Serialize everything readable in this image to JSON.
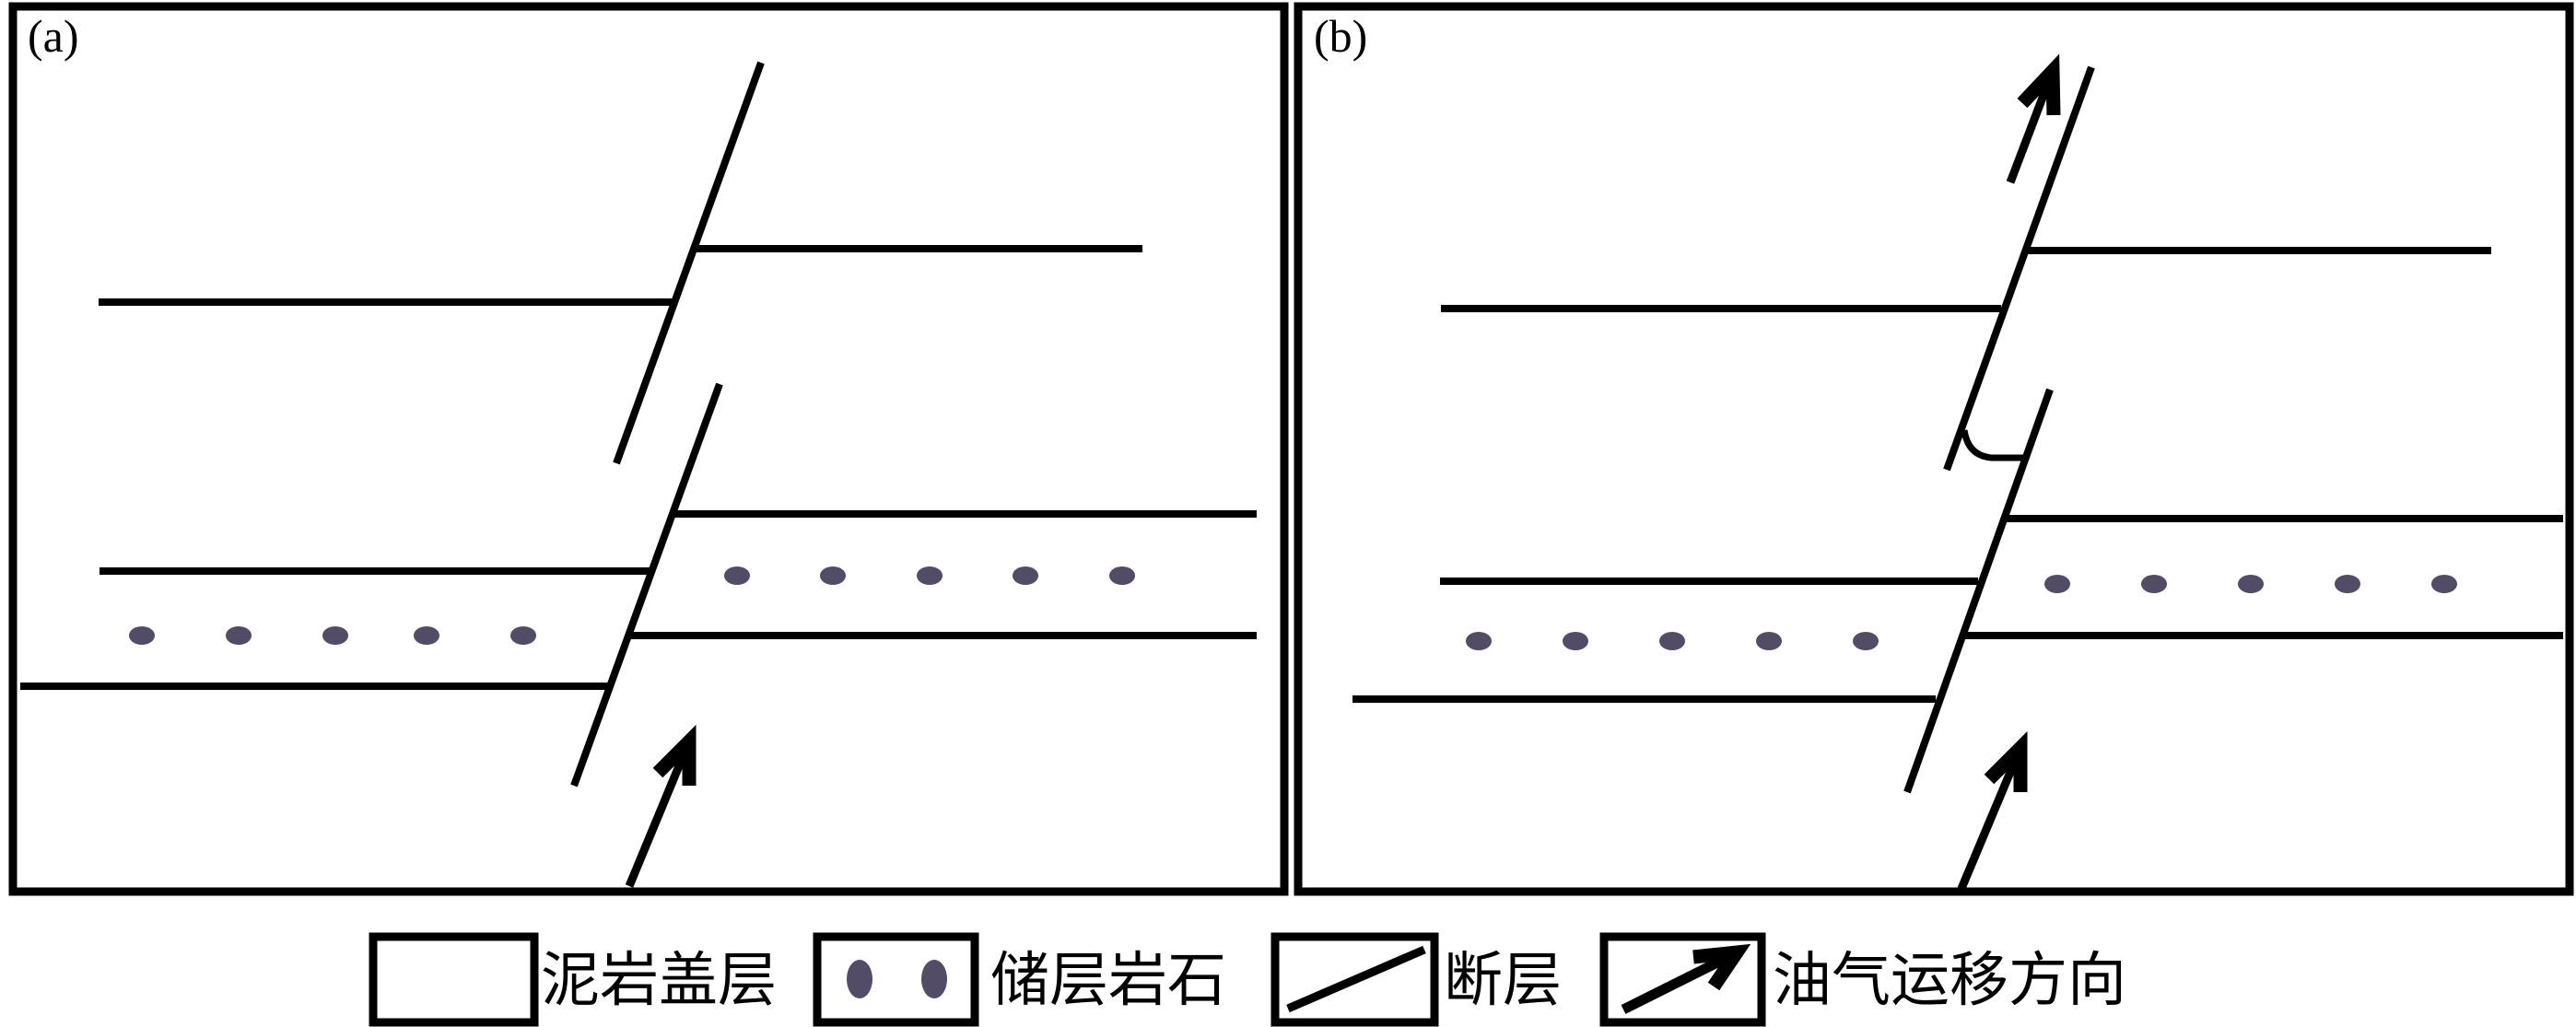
{
  "figure": {
    "type": "geological-fault-migration-schematic",
    "background": "#ffffff",
    "line_color": "#000000",
    "dot_color": "#524c66",
    "panels": [
      {
        "label": "(a)",
        "description": "en-echelon fault segments unlinked, migration arrow stops at fault"
      },
      {
        "label": "(b)",
        "description": "fault segments linked by breach curve, migration arrow escapes upward past caprock"
      }
    ],
    "legend": [
      {
        "symbol": "mudstone-box",
        "label": "泥岩盖层"
      },
      {
        "symbol": "reservoir-dots-box",
        "label": "储层岩石"
      },
      {
        "symbol": "fault-line-box",
        "label": "断层"
      },
      {
        "symbol": "migration-arrow-box",
        "label": "油气运移方向"
      }
    ]
  }
}
